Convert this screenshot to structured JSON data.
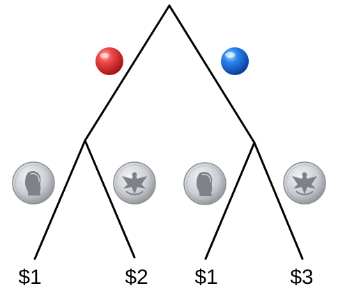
{
  "diagram": {
    "type": "probability-tree",
    "first_stage": [
      {
        "item": "marble",
        "color": "#e23a3a",
        "icon": "red-marble-icon"
      },
      {
        "item": "marble",
        "color": "#1f6fe0",
        "icon": "blue-marble-icon"
      }
    ],
    "second_stage": [
      {
        "item": "quarter",
        "side": "heads",
        "icon": "quarter-heads-icon"
      },
      {
        "item": "quarter",
        "side": "tails",
        "icon": "quarter-tails-icon"
      },
      {
        "item": "quarter",
        "side": "heads",
        "icon": "quarter-heads-icon"
      },
      {
        "item": "quarter",
        "side": "tails",
        "icon": "quarter-tails-icon"
      }
    ],
    "outcomes": [
      "$1",
      "$2",
      "$1",
      "$3"
    ],
    "colors": {
      "line": "#000000",
      "coin": "#c9cdd2",
      "coin_rim": "#8c9096"
    }
  }
}
